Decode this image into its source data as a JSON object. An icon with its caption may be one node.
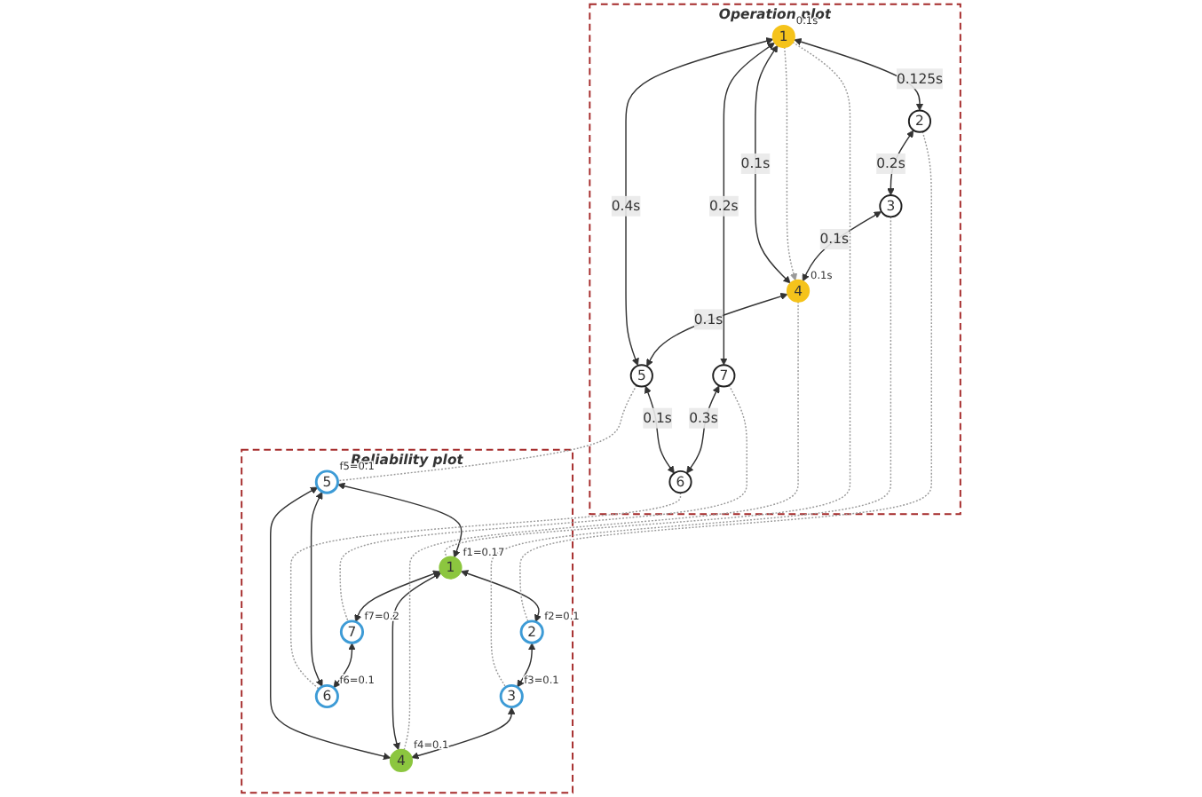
{
  "diagram": {
    "nodes": [
      {
        "text": [
          "Operation plot"
        ]
      },
      {
        "text": [
          "1"
        ],
        "in": 0,
        "beside": [
          "0.1s"
        ]
      },
      {
        "text": [
          "2"
        ],
        "in": 0
      },
      {
        "text": [
          "3"
        ],
        "in": 0
      },
      {
        "text": [
          "4"
        ],
        "in": 0,
        "beside": [
          "0.1s"
        ]
      },
      {
        "text": [
          "5"
        ],
        "in": 0
      },
      {
        "text": [
          "6"
        ],
        "in": 0
      },
      {
        "text": [
          "7"
        ],
        "in": 0
      },
      {
        "text": [
          "Reliability plot"
        ]
      },
      {
        "text": [
          "1"
        ],
        "in": 8,
        "beside": [
          "f1=0.17"
        ]
      },
      {
        "text": [
          "2"
        ],
        "in": 8,
        "beside": [
          "f2=0.1"
        ]
      },
      {
        "text": [
          "3"
        ],
        "in": 8,
        "beside": [
          "f3=0.1"
        ]
      },
      {
        "text": [
          "4"
        ],
        "in": 8,
        "beside": [
          "f4=0.1"
        ]
      },
      {
        "text": [
          "5"
        ],
        "in": 8,
        "beside": [
          "f5=0.1"
        ]
      },
      {
        "text": [
          "6"
        ],
        "in": 8,
        "beside": [
          "f6=0.1"
        ]
      },
      {
        "text": [
          "7"
        ],
        "in": 8,
        "beside": [
          "f7=0.2"
        ]
      }
    ],
    "edges": [
      {
        "from": 1,
        "to": 2,
        "arrow": "both",
        "label": "0.125s"
      },
      {
        "from": 2,
        "to": 3,
        "arrow": "both",
        "label": "0.2s"
      },
      {
        "from": 3,
        "to": 4,
        "arrow": "both",
        "label": "0.1s"
      },
      {
        "from": 4,
        "to": 1,
        "arrow": "both",
        "label": "0.1s"
      },
      {
        "from": 1,
        "to": 4,
        "arrow": "to",
        "style": "dashed",
        "color": "#999999"
      },
      {
        "from": 4,
        "to": 5,
        "arrow": "both",
        "label": "0.1s"
      },
      {
        "from": 5,
        "to": 1,
        "arrow": "both",
        "label": "0.4s"
      },
      {
        "from": 1,
        "to": 7,
        "arrow": "both",
        "label": "0.2s"
      },
      {
        "from": 7,
        "to": 6,
        "arrow": "both",
        "label": "0.3s"
      },
      {
        "from": 5,
        "to": 6,
        "arrow": "both",
        "label": "0.1s"
      },
      {
        "from": 9,
        "to": 10,
        "arrow": "both"
      },
      {
        "from": 10,
        "to": 11,
        "arrow": "both"
      },
      {
        "from": 11,
        "to": 12,
        "arrow": "both"
      },
      {
        "from": 12,
        "to": 9,
        "arrow": "both"
      },
      {
        "from": 12,
        "to": 13,
        "arrow": "both"
      },
      {
        "from": 13,
        "to": 9,
        "arrow": "both"
      },
      {
        "from": 9,
        "to": 15,
        "arrow": "both"
      },
      {
        "from": 15,
        "to": 14,
        "arrow": "both"
      },
      {
        "from": 13,
        "to": 14,
        "arrow": "both"
      },
      {
        "from": 1,
        "to": 9,
        "arrow": "none",
        "style": "dashed",
        "color": "#999999"
      },
      {
        "from": 2,
        "to": 10,
        "arrow": "none",
        "style": "dashed",
        "color": "#999999"
      },
      {
        "from": 3,
        "to": 11,
        "arrow": "none",
        "style": "dashed",
        "color": "#999999"
      },
      {
        "from": 4,
        "to": 12,
        "arrow": "none",
        "style": "dashed",
        "color": "#999999"
      },
      {
        "from": 5,
        "to": 13,
        "arrow": "none",
        "style": "dashed",
        "color": "#999999"
      },
      {
        "from": 6,
        "to": 14,
        "arrow": "none",
        "style": "dashed",
        "color": "#999999"
      },
      {
        "from": 7,
        "to": 15,
        "arrow": "none",
        "style": "dashed",
        "color": "#999999"
      }
    ]
  }
}
